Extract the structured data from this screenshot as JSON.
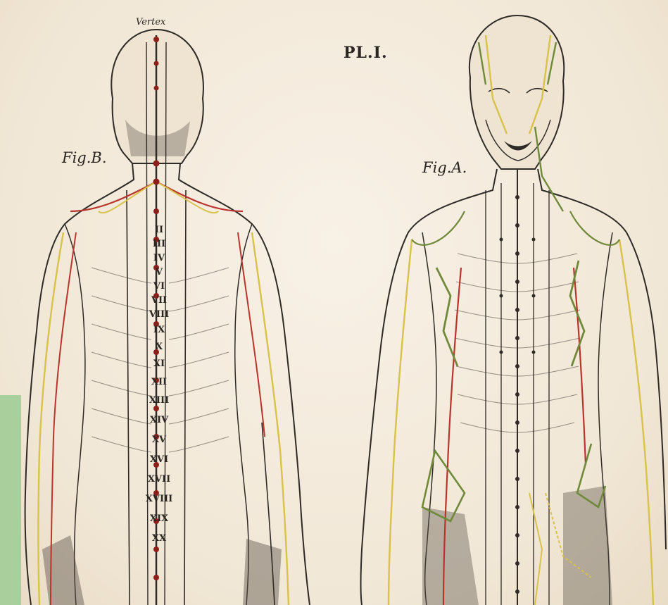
{
  "plate": {
    "plate_label": "PL.I.",
    "fig_b_label": "Fig.B.",
    "fig_a_label": "Fig.A.",
    "vertex_label": "Vertex"
  },
  "back_figure": {
    "vertebra_numerals": [
      "II",
      "III",
      "IV",
      "V",
      "VI",
      "VII",
      "VIII",
      "IX",
      "X",
      "XI",
      "XII",
      "XIII",
      "XIV",
      "XV",
      "XVI",
      "XVII",
      "XVIII",
      "XIX",
      "XX"
    ]
  },
  "colors": {
    "paper": "#f4ecdf",
    "ink": "#2a2622",
    "meridian_red": "#b8342c",
    "meridian_yellow": "#d8c24a",
    "meridian_green": "#6f8a3a",
    "edge_green": "#a9cf9c"
  }
}
